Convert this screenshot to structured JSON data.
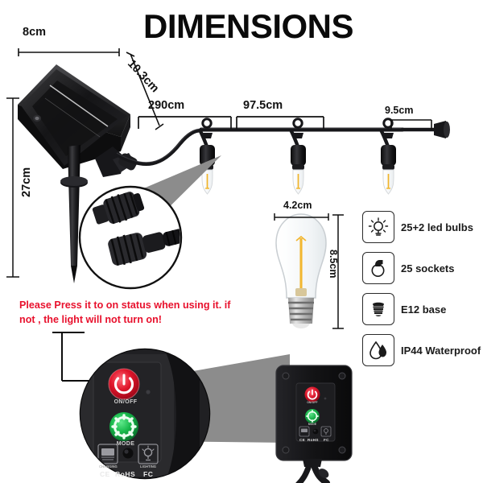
{
  "title": "DIMENSIONS",
  "dimensions": {
    "panel_width": "8cm",
    "panel_depth": "10.3cm",
    "stake_height": "27cm",
    "lead_cable": "290cm",
    "socket_spacing": "97.5cm",
    "tail_length": "9.5cm",
    "bulb_width": "4.2cm",
    "bulb_height": "8.5cm"
  },
  "warning": {
    "line1": "Please Press it to on status when using it. if",
    "line2": "not , the light will not turn on!"
  },
  "features": [
    {
      "icon": "bulb-rays-icon",
      "label": "25+2 led bulbs"
    },
    {
      "icon": "socket-icon",
      "label": "25 sockets"
    },
    {
      "icon": "screw-base-icon",
      "label": "E12 base"
    },
    {
      "icon": "waterdrop-icon",
      "label": "IP44 Waterproof"
    }
  ],
  "controller": {
    "power_label": "ON/OFF",
    "mode_label": "MODE",
    "charging_label": "CHARGING",
    "lighting_label": "LIGHTING",
    "cert_ce": "CE",
    "cert_rohs": "RoHS",
    "cert_fc": "FC",
    "power_color": "#e0162b",
    "mode_color": "#17b84a"
  }
}
